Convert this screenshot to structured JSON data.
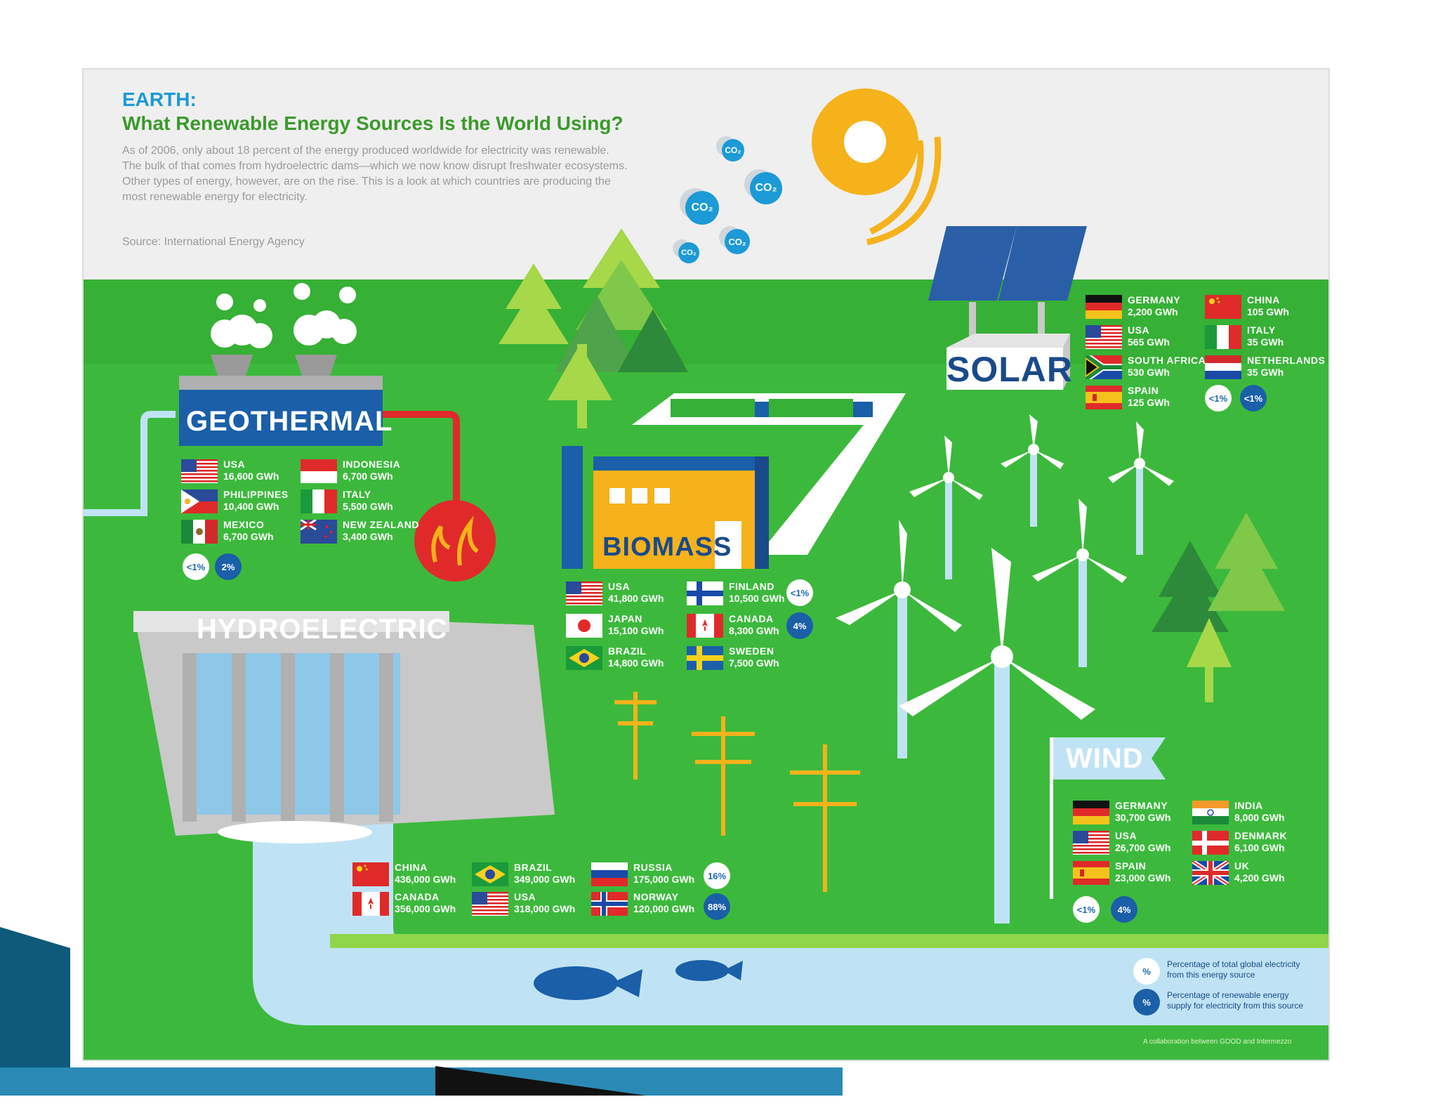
{
  "header": {
    "kicker": "EARTH:",
    "title": "What Renewable Energy Sources Is the World Using?",
    "description": "As of 2006, only about 18 percent of the energy produced worldwide for electricity was renewable. The bulk of that comes from hydroelectric dams—which we now know disrupt freshwater ecosystems. Other types of energy, however, are on the rise. This is a look at which countries are producing the most renewable energy for electricity.",
    "source": "Source: International Energy Agency"
  },
  "co2_label": "CO₂",
  "colors": {
    "sky": "#efefef",
    "grass": "#3cb93c",
    "water": "#bfe3f4",
    "navy": "#1a4a8a",
    "blue_badge": "#1a5fa8",
    "sun": "#f5b21b"
  },
  "geothermal": {
    "label": "GEOTHERMAL",
    "countries": [
      {
        "name": "USA",
        "value": "16,600 GWh",
        "flag": "usa"
      },
      {
        "name": "INDONESIA",
        "value": "6,700 GWh",
        "flag": "indonesia"
      },
      {
        "name": "PHILIPPINES",
        "value": "10,400 GWh",
        "flag": "philippines"
      },
      {
        "name": "ITALY",
        "value": "5,500 GWh",
        "flag": "italy"
      },
      {
        "name": "MEXICO",
        "value": "6,700 GWh",
        "flag": "mexico"
      },
      {
        "name": "NEW ZEALAND",
        "value": "3,400 GWh",
        "flag": "newzealand"
      }
    ],
    "pct_global": "<1%",
    "pct_renewable": "2%"
  },
  "biomass": {
    "label": "BIOMASS",
    "countries": [
      {
        "name": "USA",
        "value": "41,800 GWh",
        "flag": "usa"
      },
      {
        "name": "FINLAND",
        "value": "10,500 GWh",
        "flag": "finland"
      },
      {
        "name": "JAPAN",
        "value": "15,100 GWh",
        "flag": "japan"
      },
      {
        "name": "CANADA",
        "value": "8,300 GWh",
        "flag": "canada"
      },
      {
        "name": "BRAZIL",
        "value": "14,800 GWh",
        "flag": "brazil"
      },
      {
        "name": "SWEDEN",
        "value": "7,500 GWh",
        "flag": "sweden"
      }
    ],
    "pct_global": "<1%",
    "pct_renewable": "4%"
  },
  "solar": {
    "label": "SOLAR",
    "countries": [
      {
        "name": "GERMANY",
        "value": "2,200 GWh",
        "flag": "germany"
      },
      {
        "name": "CHINA",
        "value": "105 GWh",
        "flag": "china"
      },
      {
        "name": "USA",
        "value": "565 GWh",
        "flag": "usa"
      },
      {
        "name": "ITALY",
        "value": "35 GWh",
        "flag": "italy"
      },
      {
        "name": "SOUTH AFRICA",
        "value": "530 GWh",
        "flag": "southafrica"
      },
      {
        "name": "NETHERLANDS",
        "value": "35 GWh",
        "flag": "netherlands"
      },
      {
        "name": "SPAIN",
        "value": "125 GWh",
        "flag": "spain"
      }
    ],
    "pct_global": "<1%",
    "pct_renewable": "<1%"
  },
  "hydroelectric": {
    "label": "HYDROELECTRIC",
    "countries": [
      {
        "name": "CHINA",
        "value": "436,000 GWh",
        "flag": "china"
      },
      {
        "name": "BRAZIL",
        "value": "349,000 GWh",
        "flag": "brazil"
      },
      {
        "name": "RUSSIA",
        "value": "175,000 GWh",
        "flag": "russia"
      },
      {
        "name": "CANADA",
        "value": "356,000 GWh",
        "flag": "canada"
      },
      {
        "name": "USA",
        "value": "318,000 GWh",
        "flag": "usa"
      },
      {
        "name": "NORWAY",
        "value": "120,000 GWh",
        "flag": "norway"
      }
    ],
    "pct_global": "16%",
    "pct_renewable": "88%"
  },
  "wind": {
    "label": "WIND",
    "countries": [
      {
        "name": "GERMANY",
        "value": "30,700 GWh",
        "flag": "germany"
      },
      {
        "name": "INDIA",
        "value": "8,000 GWh",
        "flag": "india"
      },
      {
        "name": "USA",
        "value": "26,700 GWh",
        "flag": "usa"
      },
      {
        "name": "DENMARK",
        "value": "6,100 GWh",
        "flag": "denmark"
      },
      {
        "name": "SPAIN",
        "value": "23,000 GWh",
        "flag": "spain"
      },
      {
        "name": "UK",
        "value": "4,200 GWh",
        "flag": "uk"
      }
    ],
    "pct_global": "<1%",
    "pct_renewable": "4%"
  },
  "legend": {
    "symbol": "%",
    "global_text": "Percentage of total global electricity from this energy source",
    "renewable_text": "Percentage of renewable energy supply for electricity from this source"
  },
  "credit": "A collaboration between GOOD and Intermezzo"
}
